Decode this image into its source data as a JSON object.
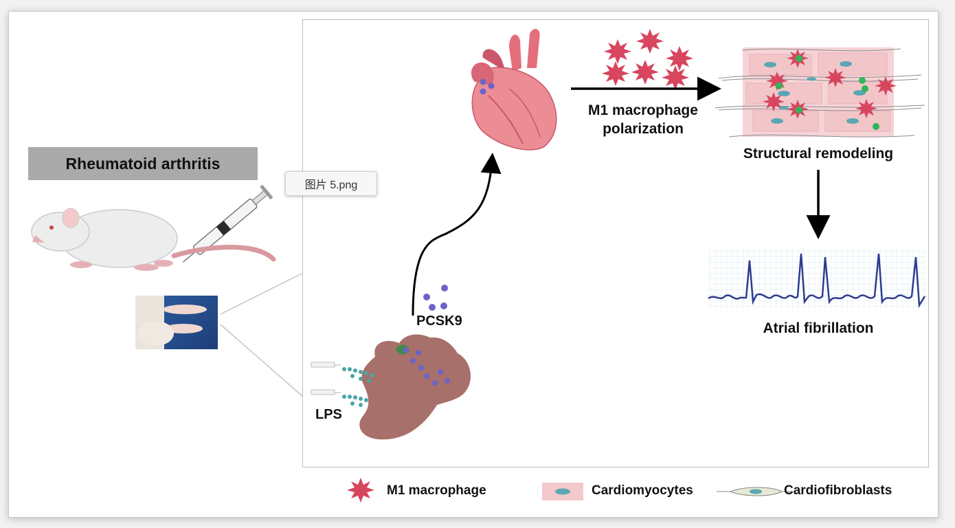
{
  "tooltip": {
    "filename": "图片 5.png"
  },
  "diagram": {
    "rheumatoid_arthritis": "Rheumatoid arthritis",
    "pcsk9": "PCSK9",
    "lps": "LPS",
    "m1_polarization_line1": "M1 macrophage",
    "m1_polarization_line2": "polarization",
    "structural_remodeling": "Structural remodeling",
    "atrial_fibrillation": "Atrial fibrillation"
  },
  "legend": {
    "m1_macrophage": "M1 macrophage",
    "cardiomyocytes": "Cardiomyocytes",
    "cardiofibroblasts": "Cardiofibroblasts"
  },
  "colors": {
    "macrophage": "#d8455f",
    "cardiomyocyte": "#f2c6c9",
    "fibroblast_nucleus": "#5aa7b3",
    "pcsk9_dot": "#6c63c8",
    "liver": "#a8706a",
    "heart": "#e2707c",
    "ecg_trace": "#2e3b8f"
  }
}
